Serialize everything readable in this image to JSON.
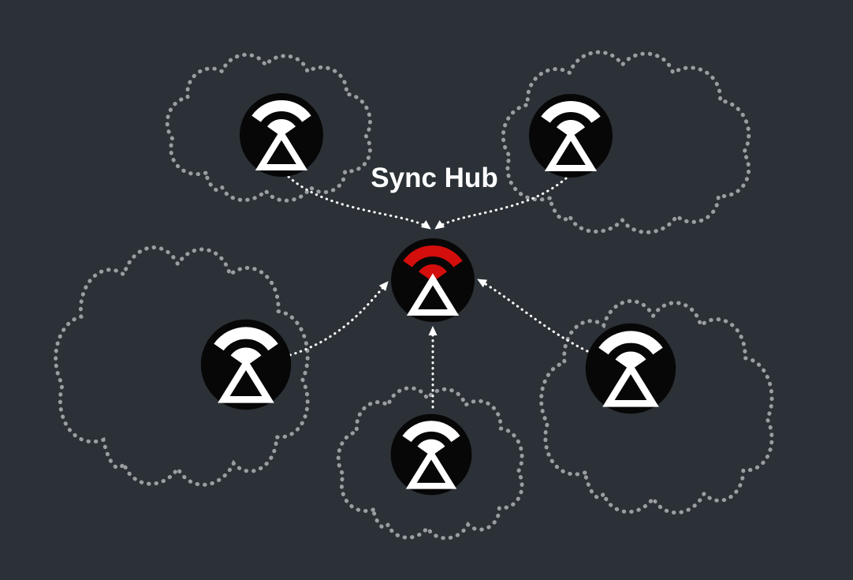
{
  "title": {
    "label": "Sync Hub"
  },
  "colors": {
    "background": "#2b3136",
    "cloud_outline": "#9a9ea1",
    "device_circle": "#070707",
    "device_icon": "#ffffff",
    "hub_wifi_accent": "#d40d0d",
    "arrow": "#ffffff",
    "title_text": "#ffffff"
  },
  "diagram": {
    "type": "sync-topology",
    "hub": {
      "id": "sync-hub",
      "label": "Sync Hub",
      "icon": "wifi-beacon-device-icon",
      "wifi_color": "#d40d0d"
    },
    "devices": [
      {
        "id": "device-top-left",
        "icon": "wifi-beacon-device-icon",
        "enclosure": "dotted-cloud"
      },
      {
        "id": "device-top-right",
        "icon": "wifi-beacon-device-icon",
        "enclosure": "dotted-cloud"
      },
      {
        "id": "device-mid-left",
        "icon": "wifi-beacon-device-icon",
        "enclosure": "dotted-cloud"
      },
      {
        "id": "device-bottom-center",
        "icon": "wifi-beacon-device-icon",
        "enclosure": "dotted-cloud"
      },
      {
        "id": "device-mid-right",
        "icon": "wifi-beacon-device-icon",
        "enclosure": "dotted-cloud"
      }
    ],
    "connections": [
      {
        "from": "device-top-left",
        "to": "sync-hub",
        "style": "dotted-arrow"
      },
      {
        "from": "device-top-right",
        "to": "sync-hub",
        "style": "dotted-arrow"
      },
      {
        "from": "device-mid-left",
        "to": "sync-hub",
        "style": "dotted-arrow"
      },
      {
        "from": "device-bottom-center",
        "to": "sync-hub",
        "style": "dotted-arrow"
      },
      {
        "from": "device-mid-right",
        "to": "sync-hub",
        "style": "dotted-arrow"
      }
    ]
  }
}
